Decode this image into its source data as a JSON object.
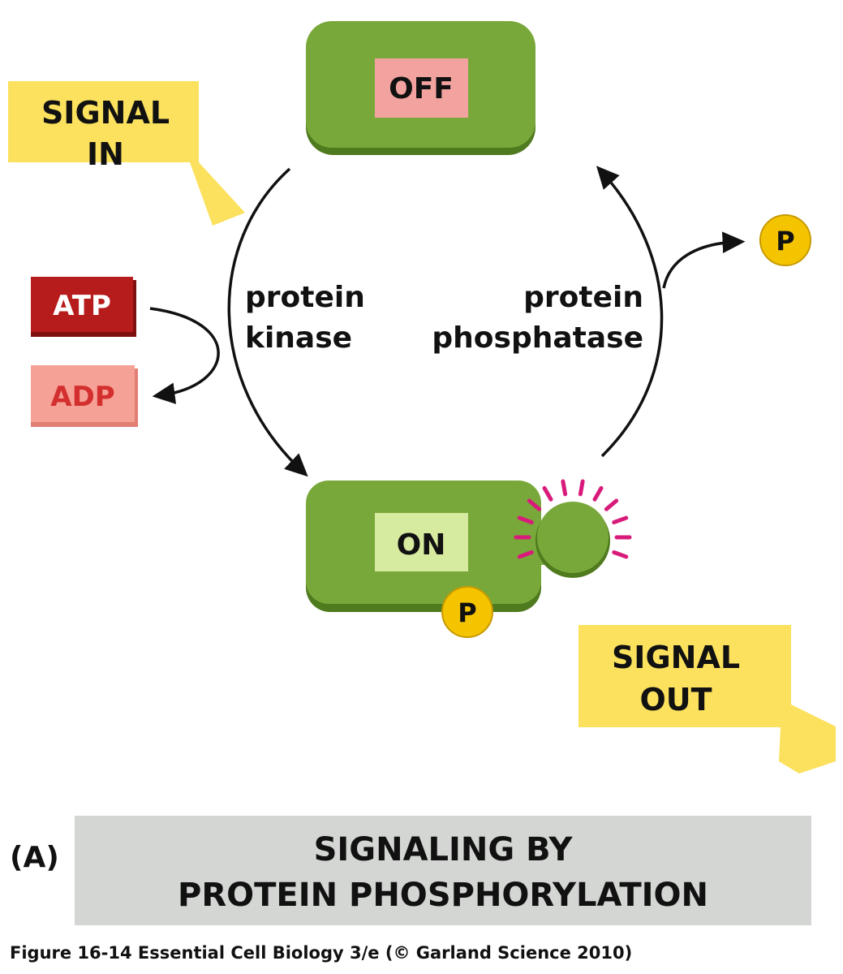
{
  "states": {
    "off_label": "OFF",
    "on_label": "ON"
  },
  "signal_in": {
    "line1": "SIGNAL",
    "line2": "IN"
  },
  "signal_out": {
    "line1": "SIGNAL",
    "line2": "OUT"
  },
  "kinase": {
    "line1": "protein",
    "line2": "kinase"
  },
  "phosphatase": {
    "line1": "protein",
    "line2": "phosphatase"
  },
  "atp_label": "ATP",
  "adp_label": "ADP",
  "phosphate_label": "P",
  "panel_letter": "(A)",
  "title": {
    "line1": "SIGNALING BY",
    "line2": "PROTEIN PHOSPHORYLATION"
  },
  "caption": "Figure 16-14  Essential Cell Biology 3/e (© Garland Science 2010)",
  "colors": {
    "protein_green": "#79a83a",
    "protein_dark": "#4f7a1e",
    "off_box": "#f2a3a0",
    "on_box": "#d6eaa0",
    "signal_yellow": "#fbe15d",
    "atp_red": "#b71c1c",
    "adp_pink": "#f5a196",
    "adp_text": "#d32f2f",
    "phosphate_yellow": "#f5c400",
    "glow_magenta": "#d81b7a",
    "title_bar": "#d3d6d3"
  }
}
